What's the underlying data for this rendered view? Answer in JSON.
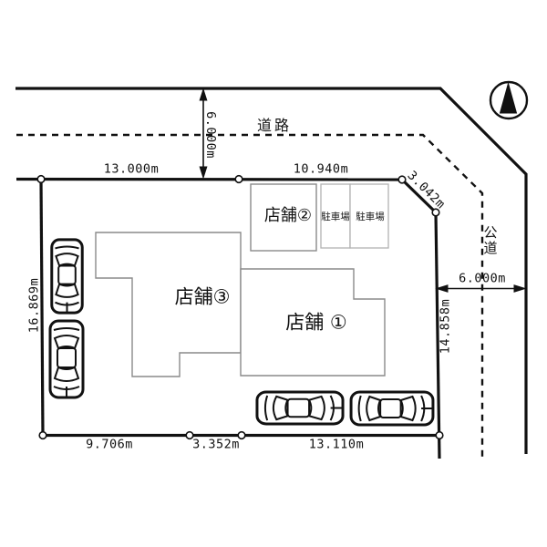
{
  "plan": {
    "type": "site-plan",
    "compass": "north-arrow"
  },
  "road_top": {
    "label": "道路",
    "width": "6.000m"
  },
  "road_right": {
    "label": "公道",
    "width": "6.000m"
  },
  "boundary_dimensions": {
    "top_left": "13.000m",
    "top_right": "10.940m",
    "corner_diagonal": "3.042m",
    "left_side": "16.869m",
    "right_side": "14.858m",
    "bottom_left": "9.706m",
    "bottom_center": "3.352m",
    "bottom_right": "13.110m"
  },
  "buildings": {
    "shop1": {
      "label": "店舗 ①"
    },
    "shop2": {
      "label": "店舗②"
    },
    "shop3": {
      "label": "店舗③"
    }
  },
  "parking_stalls": [
    "駐車場",
    "駐車場"
  ],
  "colors": {
    "line": "#111111",
    "building_outline": "#8a8a8a",
    "stall_outline": "#b2b2b2",
    "background": "#ffffff"
  }
}
